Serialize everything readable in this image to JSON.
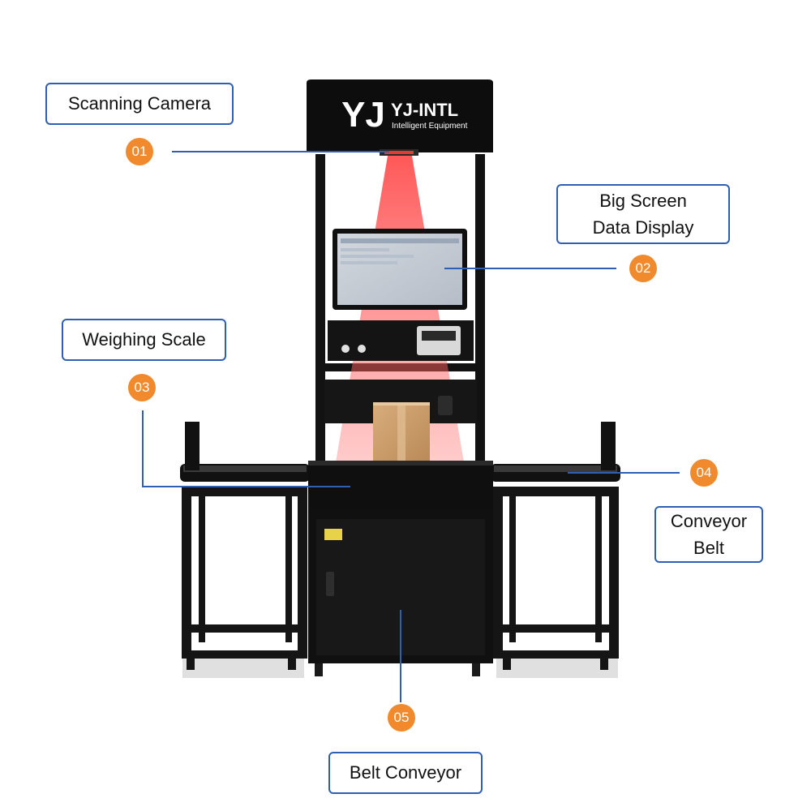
{
  "brand": {
    "name": "YJ-INTL",
    "tagline": "Intelligent Equipment",
    "logo": "YJ",
    "accent": "#f08a2c"
  },
  "callouts": [
    {
      "number": "01",
      "lines": [
        "Scanning Camera"
      ]
    },
    {
      "number": "02",
      "lines": [
        "Big Screen",
        "Data Display"
      ]
    },
    {
      "number": "03",
      "lines": [
        "Weighing Scale"
      ]
    },
    {
      "number": "04",
      "lines": [
        "Conveyor",
        "Belt"
      ]
    },
    {
      "number": "05",
      "lines": [
        "Belt Conveyor"
      ]
    }
  ],
  "colors": {
    "line": "#2f5fb3",
    "badge": "#f08a2c",
    "machine": "#151515",
    "laser": "#e53935",
    "box": "#c79a68"
  }
}
